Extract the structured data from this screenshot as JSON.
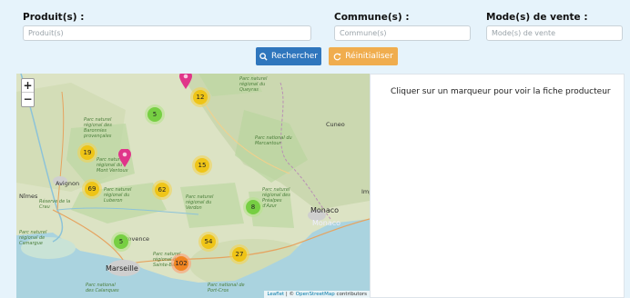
{
  "filters": {
    "produit": {
      "label": "Produit(s) :",
      "placeholder": "Produit(s)"
    },
    "commune": {
      "label": "Commune(s) :",
      "placeholder": "Commune(s)"
    },
    "mode": {
      "label": "Mode(s) de vente :",
      "placeholder": "Mode(s) de vente"
    }
  },
  "buttons": {
    "search": "Rechercher",
    "reset": "Réinitialiser"
  },
  "map": {
    "zoom_in": "+",
    "zoom_out": "−",
    "clusters": [
      {
        "count": "12",
        "level": "yellow"
      },
      {
        "count": "5",
        "level": "green"
      },
      {
        "count": "19",
        "level": "yellow"
      },
      {
        "count": "15",
        "level": "yellow"
      },
      {
        "count": "69",
        "level": "yellow"
      },
      {
        "count": "62",
        "level": "yellow"
      },
      {
        "count": "8",
        "level": "green"
      },
      {
        "count": "5",
        "level": "green"
      },
      {
        "count": "54",
        "level": "yellow"
      },
      {
        "count": "27",
        "level": "yellow"
      },
      {
        "count": "102",
        "level": "orange"
      }
    ],
    "places": {
      "marseille": "Marseille",
      "monaco": "Monaco",
      "monaco2": "Monaco",
      "cuneo": "Cuneo",
      "nimes": "Nîmes",
      "avignon": "Avignon",
      "provence": "rovence",
      "imp": "Imp"
    },
    "park_labels": {
      "queyras": "Parc naturel régional du Queyras",
      "baronnies": "Parc naturel régional des Baronnies provençales",
      "ventoux": "Parc naturel régional du Mont Ventoux",
      "luberon": "Parc naturel régional du Luberon",
      "verdon": "Parc naturel régional du Verdon",
      "mercantour": "Parc national du Mercantour",
      "prealpes": "Parc naturel régional des Préalpes d'Azur",
      "camargue": "Parc naturel régional de Camargue",
      "sainte_baume": "Parc naturel régional de la Sainte-Baume",
      "calanques": "Parc national des Calanques",
      "port_cros": "Parc national de Port-Cros",
      "reserve": "Réserve de la Crau"
    },
    "attribution": {
      "leaflet": "Leaflet",
      "sep": " | © ",
      "osm": "OpenStreetMap",
      "contrib": " contributors"
    }
  },
  "panel": {
    "message": "Cliquer sur un marqueur pour voir la fiche producteur"
  },
  "colors": {
    "search_btn": "#2f76bd",
    "reset_btn": "#f0ad4e",
    "pin": "#e0358a"
  }
}
